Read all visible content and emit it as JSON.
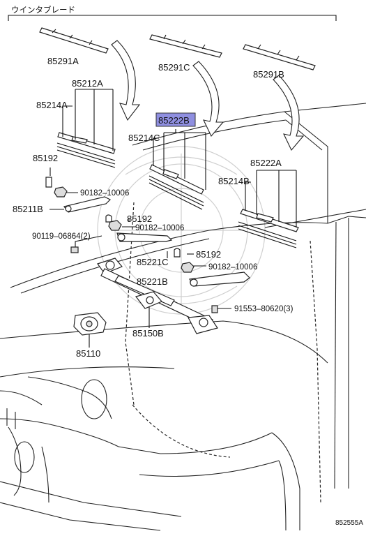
{
  "header": {
    "title": "ウインタブレード"
  },
  "labels": {
    "l85291A": "85291A",
    "l85291C": "85291C",
    "l85291B": "85291B",
    "l85212A": "85212A",
    "l85214A": "85214A",
    "l85222B": "85222B",
    "l85214C": "85214C",
    "l85222A": "85222A",
    "l85214B": "85214B",
    "l85192a": "85192",
    "l90182a": "90182–10006",
    "l85211B": "85211B",
    "l85192b": "85192",
    "l90182b": "90182–10006",
    "l90119": "90119–06864(2)",
    "l85221C": "85221C",
    "l85192c": "85192",
    "l90182c": "90182–10006",
    "l85221B": "85221B",
    "l91553": "91553–80620(3)",
    "l85150B": "85150B",
    "l85110": "85110"
  },
  "highlight_color": "#8f8fe0",
  "footer": {
    "code": "852555A"
  }
}
